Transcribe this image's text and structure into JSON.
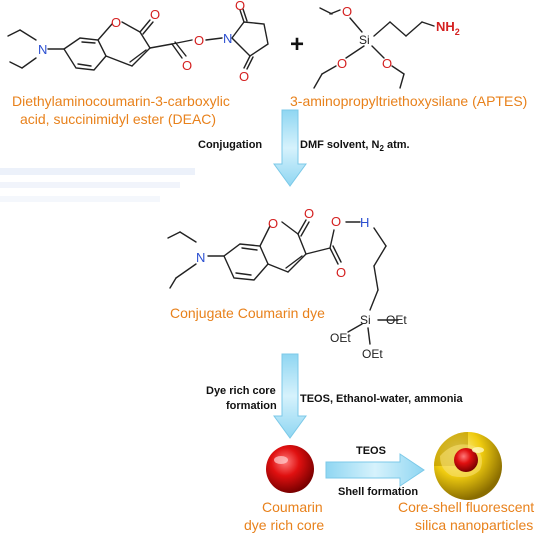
{
  "reactant1": {
    "name_line1": "Diethylaminocoumarin-3-carboxylic",
    "name_line2": "acid, succinimidyl ester (DEAC)"
  },
  "plus_sign": "+",
  "reactant2": {
    "name": "3-aminopropyltriethoxysilane (APTES)",
    "amine_label": "NH",
    "amine_sub": "2",
    "si_label": "Si"
  },
  "step1": {
    "left_label": "Conjugation",
    "right_label_prefix": "DMF solvent, N",
    "right_label_sub": "2",
    "right_label_suffix": " atm."
  },
  "product": {
    "name": "Conjugate Coumarin dye",
    "n_label": "H",
    "si_label": "Si",
    "oet_1": "OEt",
    "oet_2": "OEt",
    "oet_3": "OEt"
  },
  "step2": {
    "left_line1": "Dye rich core",
    "left_line2": "formation",
    "right_label": "TEOS, Ethanol-water, ammonia"
  },
  "core": {
    "name_line1": "Coumarin",
    "name_line2": "dye rich core"
  },
  "step3": {
    "top_label": "TEOS",
    "bottom_label": "Shell formation"
  },
  "shell": {
    "name_line1": "Core-shell fluorescent",
    "name_line2": "silica nanoparticles"
  },
  "atoms": {
    "oxygen": "O",
    "nitrogen": "N"
  },
  "colors": {
    "label_orange": "#e8811b",
    "arrow_fill": "#b9e6f7",
    "arrow_stroke": "#7cc9e8",
    "core_red": "#e01010",
    "shell_yellow": "#e8c400",
    "oxygen_red": "#d42020",
    "nitrogen_blue": "#2b4fd1"
  }
}
